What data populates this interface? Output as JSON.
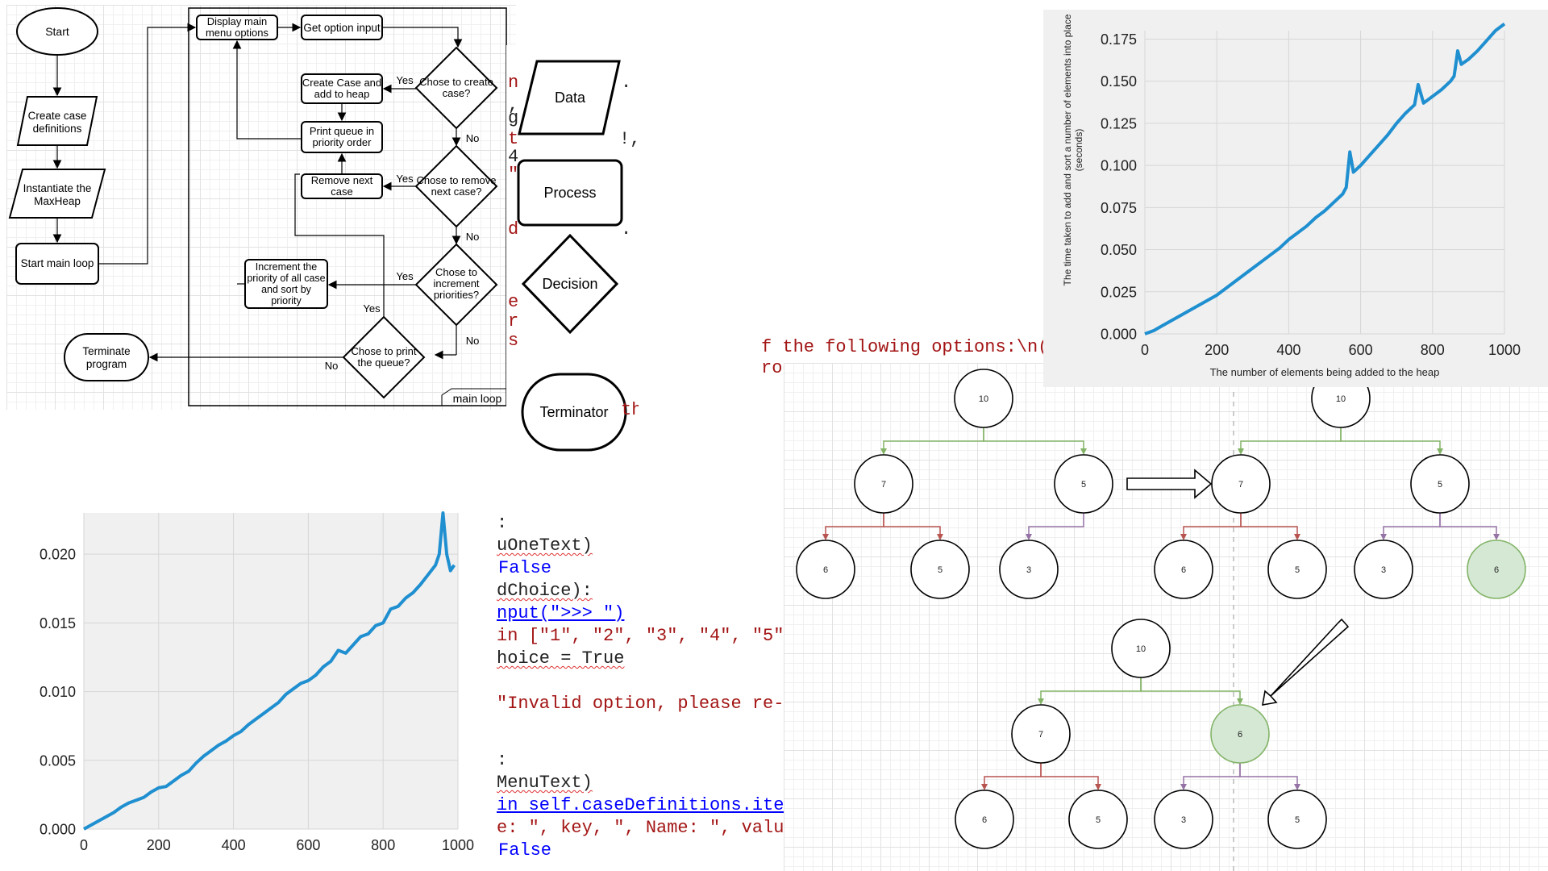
{
  "flowchart": {
    "start": "Start",
    "create_case_definitions": "Create case definitions",
    "instantiate_maxheap": "Instantiate the MaxHeap",
    "start_main_loop": "Start main loop",
    "terminate_program": "Terminate program",
    "display_main_menu": "Display main menu options",
    "get_option_input": "Get option input",
    "chose_to_create_case": "Chose to create case?",
    "create_case_add_heap": "Create Case and add to heap",
    "print_queue_priority": "Print queue in priority order",
    "chose_to_remove": "Chose to remove next case?",
    "remove_next_case": "Remove next case",
    "chose_to_increment": "Chose to increment priorities?",
    "increment_priority": "Increment the priority of all case and sort by priority",
    "chose_to_print": "Chose to print the queue?",
    "yes": "Yes",
    "no": "No",
    "main_loop_label": "main loop"
  },
  "legend": {
    "data": "Data",
    "process": "Process",
    "decision": "Decision",
    "terminator": "Terminator"
  },
  "code_fragments": {
    "right_strip": [
      "n",
      ",",
      "g",
      "t",
      "4",
      "\"",
      "d",
      "e",
      "r",
      "s"
    ],
    "right_tail": [
      ".",
      "!,",
      "."
    ],
    "upper": [
      "f the following options:\\n(",
      "rog",
      "th"
    ],
    "lines": [
      ":",
      "uOneText)",
      "False",
      "dChoice):",
      "nput(\">>> \")",
      "in [\"1\", \"2\", \"3\", \"4\", \"5\"",
      "hoice = True",
      "\"Invalid option, please re-e",
      ":",
      "MenuText)",
      "in self.caseDefinitions.ite",
      "e: \", key, \", Name: \", valu",
      "False"
    ]
  },
  "heap_diagram": {
    "tree1": [
      "10",
      "7",
      "5",
      "6",
      "5",
      "3"
    ],
    "tree2": [
      "10",
      "7",
      "5",
      "6",
      "5",
      "3",
      "6"
    ],
    "tree3": [
      "10",
      "7",
      "6",
      "6",
      "5",
      "3",
      "5"
    ],
    "edge_colors": {
      "green": "#82b366",
      "red": "#b85450",
      "purple": "#9673a6"
    },
    "highlight_fill": "#d5e8d4"
  },
  "chart_data": [
    {
      "type": "line",
      "title": "",
      "xlabel": "",
      "ylabel": "",
      "xlim": [
        0,
        1000
      ],
      "ylim": [
        0,
        0.023
      ],
      "xticks": [
        "0",
        "200",
        "400",
        "600",
        "800",
        "1000"
      ],
      "yticks": [
        "0.000",
        "0.005",
        "0.010",
        "0.015",
        "0.020"
      ],
      "grid": true,
      "color": "#1f8fd0",
      "series": [
        {
          "x": [
            0,
            20,
            40,
            60,
            80,
            100,
            120,
            140,
            160,
            180,
            200,
            220,
            240,
            260,
            280,
            300,
            320,
            340,
            360,
            380,
            400,
            420,
            440,
            460,
            480,
            500,
            520,
            540,
            560,
            580,
            600,
            620,
            640,
            660,
            680,
            700,
            720,
            740,
            760,
            780,
            800,
            820,
            840,
            860,
            880,
            900,
            920,
            940,
            950,
            960,
            970,
            980,
            990
          ],
          "values": [
            0,
            0.0003,
            0.0006,
            0.0009,
            0.0012,
            0.0016,
            0.0019,
            0.0021,
            0.0023,
            0.0027,
            0.003,
            0.0031,
            0.0035,
            0.0039,
            0.0042,
            0.0048,
            0.0053,
            0.0057,
            0.0061,
            0.0064,
            0.0068,
            0.0071,
            0.0076,
            0.008,
            0.0084,
            0.0088,
            0.0092,
            0.0098,
            0.0102,
            0.0106,
            0.0108,
            0.0112,
            0.0118,
            0.0122,
            0.013,
            0.0128,
            0.0134,
            0.014,
            0.0142,
            0.0148,
            0.015,
            0.016,
            0.0162,
            0.0168,
            0.0172,
            0.0178,
            0.0185,
            0.0192,
            0.02,
            0.023,
            0.02,
            0.0188,
            0.0192
          ]
        }
      ]
    },
    {
      "type": "line",
      "title": "",
      "xlabel": "The number of elements being added to the heap",
      "ylabel": "The time taken to add and sort a number of elements into place (seconds)",
      "xlim": [
        0,
        1000
      ],
      "ylim": [
        0,
        0.18
      ],
      "xticks": [
        "0",
        "200",
        "400",
        "600",
        "800",
        "1000"
      ],
      "yticks": [
        "0.000",
        "0.025",
        "0.050",
        "0.075",
        "0.100",
        "0.125",
        "0.150",
        "0.175"
      ],
      "grid": true,
      "color": "#1f8fd0",
      "series": [
        {
          "x": [
            0,
            25,
            50,
            75,
            100,
            125,
            150,
            175,
            200,
            225,
            250,
            275,
            300,
            325,
            350,
            375,
            400,
            425,
            450,
            475,
            500,
            525,
            550,
            560,
            570,
            580,
            600,
            625,
            650,
            675,
            700,
            725,
            750,
            760,
            775,
            800,
            825,
            850,
            860,
            870,
            880,
            900,
            925,
            950,
            975,
            1000
          ],
          "values": [
            0,
            0.002,
            0.005,
            0.008,
            0.011,
            0.014,
            0.017,
            0.02,
            0.023,
            0.027,
            0.031,
            0.035,
            0.039,
            0.043,
            0.047,
            0.051,
            0.056,
            0.06,
            0.064,
            0.069,
            0.073,
            0.078,
            0.083,
            0.087,
            0.108,
            0.096,
            0.1,
            0.106,
            0.112,
            0.118,
            0.125,
            0.131,
            0.136,
            0.148,
            0.137,
            0.141,
            0.145,
            0.15,
            0.153,
            0.168,
            0.16,
            0.163,
            0.168,
            0.174,
            0.18,
            0.184
          ]
        }
      ]
    }
  ]
}
